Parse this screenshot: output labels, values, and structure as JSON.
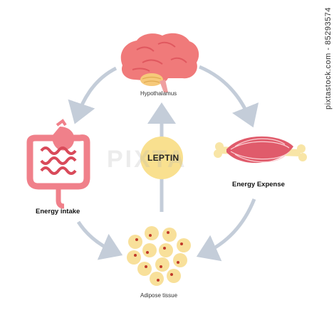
{
  "labels": {
    "hypothalamus": "Hypothalamus",
    "energy_expense": "Energy Expense",
    "energy_intake": "Energy intake",
    "adipose_tissue": "Adipose tissue",
    "center": "LEPTIN"
  },
  "watermark": "PIXTA",
  "stock_id": "pixtastock.com - 85293574",
  "colors": {
    "arrow": "#c4cdd9",
    "leptin_circle": "#f9e08f",
    "brain": "#f07a7a",
    "cerebellum": "#f6c97a",
    "organ": "#f0808a",
    "fat_cell": "#f8e09a",
    "fat_nucleus": "#c0392b",
    "bone": "#f8e5a6",
    "muscle": "#e05b6b"
  },
  "icons": [
    "brain-icon",
    "muscle-bone-icon",
    "digestive-system-icon",
    "fat-cells-icon"
  ]
}
